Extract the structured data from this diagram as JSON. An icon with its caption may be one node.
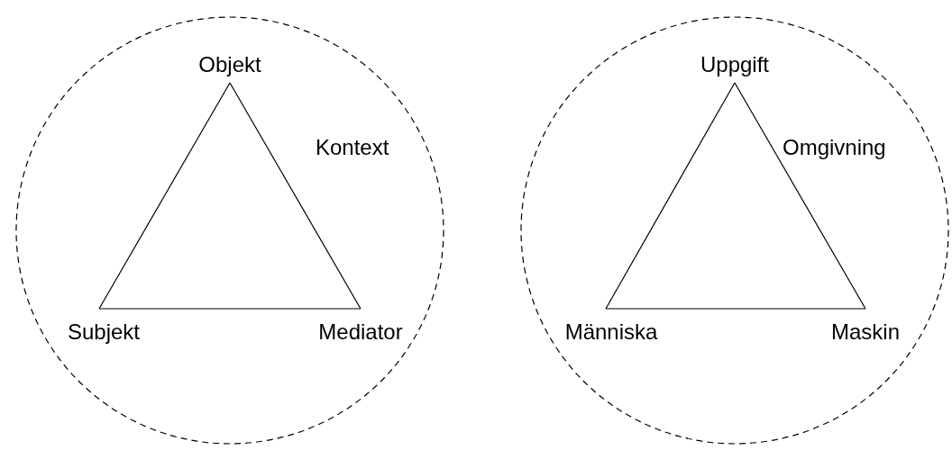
{
  "diagram": {
    "nodes": [
      {
        "text": [
          "Kontext"
        ]
      },
      {
        "text": [
          "Objekt"
        ],
        "in": 0
      },
      {
        "text": [
          "Subjekt"
        ],
        "in": 0
      },
      {
        "text": [
          "Mediator"
        ],
        "in": 0
      },
      {
        "text": [
          "Omgivning"
        ]
      },
      {
        "text": [
          "Uppgift"
        ],
        "in": 4
      },
      {
        "text": [
          "Människa"
        ],
        "in": 4
      },
      {
        "text": [
          "Maskin"
        ],
        "in": 4
      }
    ],
    "edges": [
      {
        "from": 1,
        "to": 2,
        "arrow": "none"
      },
      {
        "from": 2,
        "to": 3,
        "arrow": "none"
      },
      {
        "from": 3,
        "to": 1,
        "arrow": "none"
      },
      {
        "from": 5,
        "to": 6,
        "arrow": "none"
      },
      {
        "from": 6,
        "to": 7,
        "arrow": "none"
      },
      {
        "from": 7,
        "to": 5,
        "arrow": "none"
      }
    ]
  }
}
